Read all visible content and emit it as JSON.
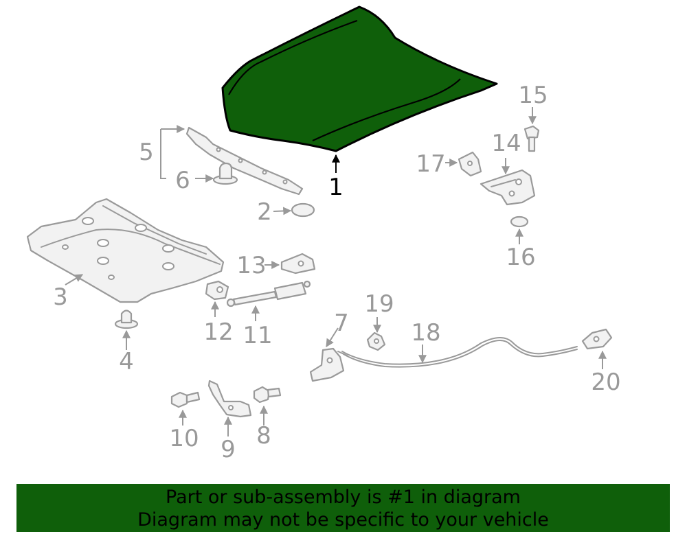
{
  "colors": {
    "highlight_fill": "#0f5f0a",
    "banner_bg": "#0f5f0a",
    "part_gray": "#9a9a9a"
  },
  "callouts": {
    "c1": "1",
    "c2": "2",
    "c3": "3",
    "c4": "4",
    "c5": "5",
    "c6": "6",
    "c7": "7",
    "c8": "8",
    "c9": "9",
    "c10": "10",
    "c11": "11",
    "c12": "12",
    "c13": "13",
    "c14": "14",
    "c15": "15",
    "c16": "16",
    "c17": "17",
    "c18": "18",
    "c19": "19",
    "c20": "20"
  },
  "banner": {
    "line1": "Part or sub-assembly is #1 in diagram",
    "line2": "Diagram may not be specific to your vehicle"
  }
}
